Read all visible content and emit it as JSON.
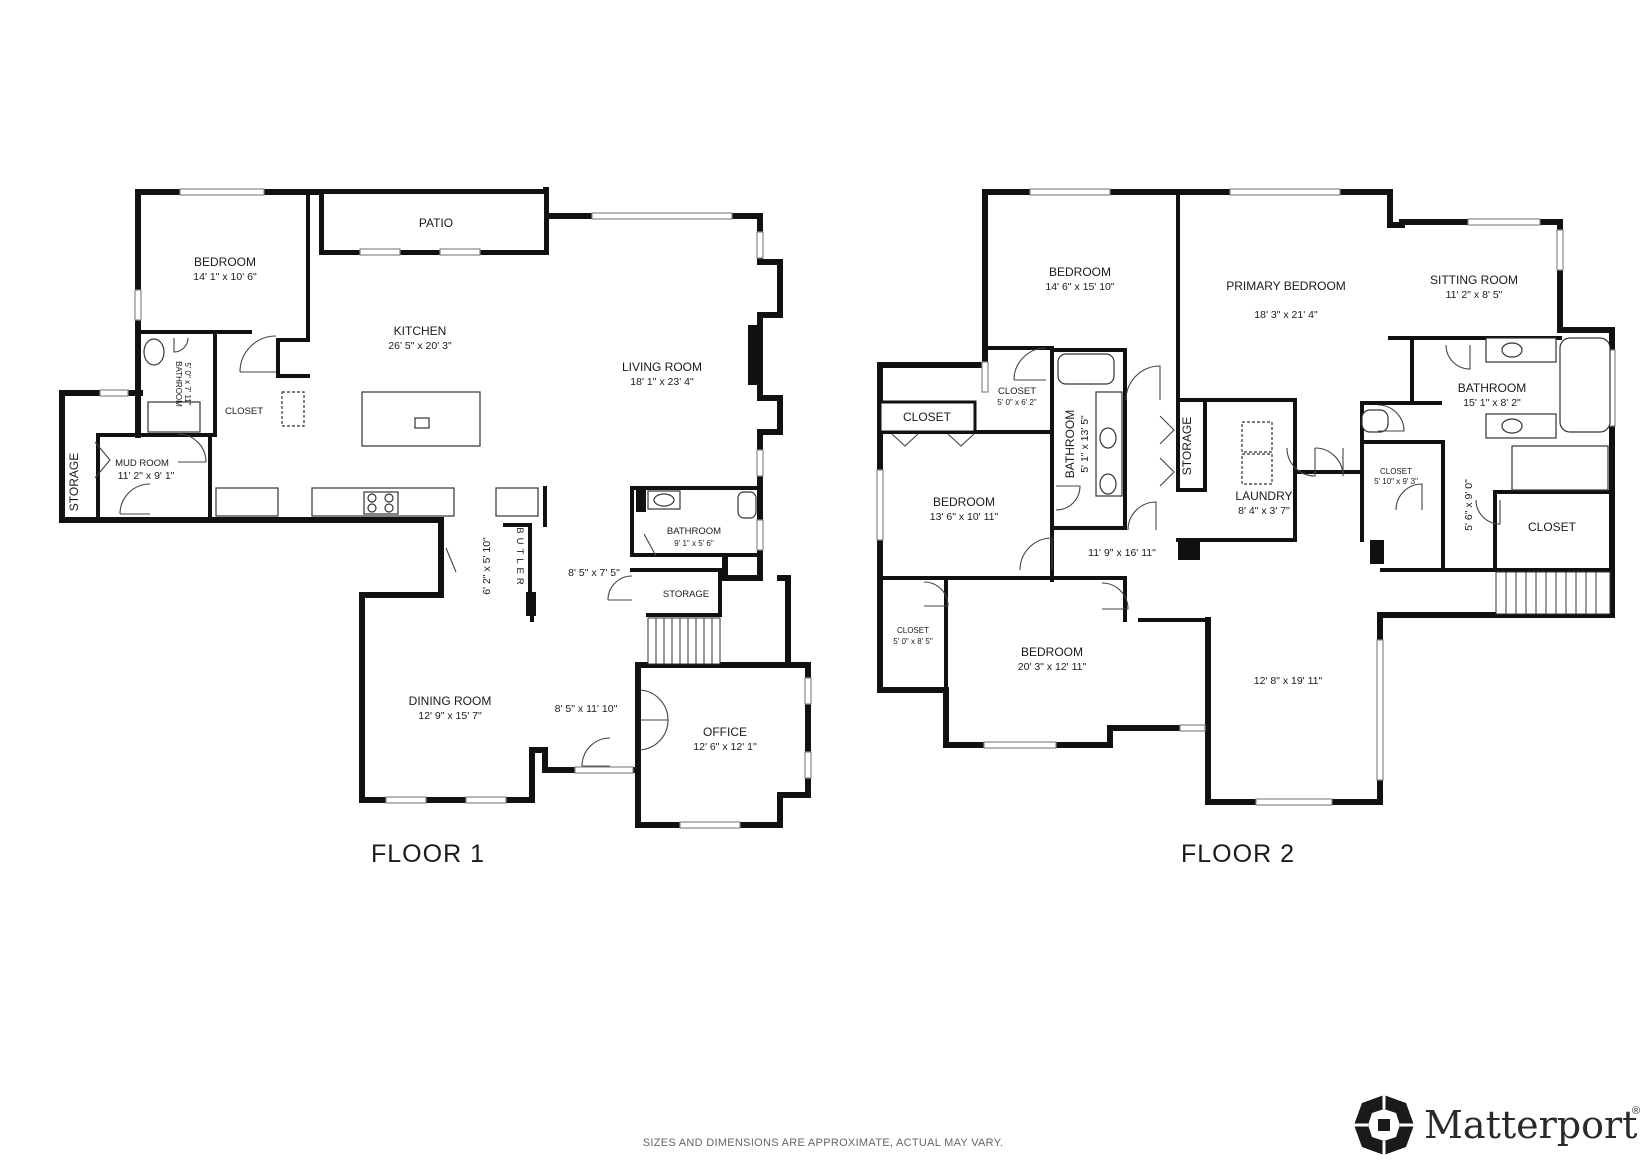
{
  "floors": [
    {
      "label": "FLOOR 1",
      "rooms": [
        {
          "name": "BEDROOM",
          "dims": "14' 1\" x 10' 6\""
        },
        {
          "name": "PATIO",
          "dims": ""
        },
        {
          "name": "KITCHEN",
          "dims": "26' 5\" x 20' 3\""
        },
        {
          "name": "LIVING ROOM",
          "dims": "18' 1\" x 23' 4\""
        },
        {
          "name": "BATHROOM",
          "dims": "5' 0\" x 7' 11\""
        },
        {
          "name": "CLOSET",
          "dims": ""
        },
        {
          "name": "STORAGE",
          "dims": ""
        },
        {
          "name": "MUD ROOM",
          "dims": "11' 2\" x 9' 1\""
        },
        {
          "name": "BATHROOM",
          "dims": "9' 1\" x 5' 6\""
        },
        {
          "name": "BUTLER",
          "dims": ""
        },
        {
          "name": "",
          "dims": "6' 2\" x 5' 10\""
        },
        {
          "name": "",
          "dims": "8' 5\" x 7' 5\""
        },
        {
          "name": "STORAGE",
          "dims": ""
        },
        {
          "name": "DINING ROOM",
          "dims": "12' 9\" x 15' 7\""
        },
        {
          "name": "",
          "dims": "8' 5\" x 11' 10\""
        },
        {
          "name": "OFFICE",
          "dims": "12' 6\" x 12' 1\""
        }
      ]
    },
    {
      "label": "FLOOR 2",
      "rooms": [
        {
          "name": "BEDROOM",
          "dims": "14' 6\" x 15' 10\""
        },
        {
          "name": "PRIMARY BEDROOM",
          "dims": "18' 3\" x 21' 4\""
        },
        {
          "name": "SITTING ROOM",
          "dims": "11' 2\" x 8' 5\""
        },
        {
          "name": "CLOSET",
          "dims": "5' 0\" x 6' 2\""
        },
        {
          "name": "CLOSET",
          "dims": ""
        },
        {
          "name": "BATHROOM",
          "dims": "5' 1\" x 13' 5\""
        },
        {
          "name": "STORAGE",
          "dims": ""
        },
        {
          "name": "LAUNDRY",
          "dims": "8' 4\" x 3' 7\""
        },
        {
          "name": "BATHROOM",
          "dims": "15' 1\" x 8' 2\""
        },
        {
          "name": "CLOSET",
          "dims": "5' 10\" x 9' 3\""
        },
        {
          "name": "",
          "dims": "5' 6\" x 9' 0\""
        },
        {
          "name": "CLOSET",
          "dims": ""
        },
        {
          "name": "BEDROOM",
          "dims": "13' 6\" x 10' 11\""
        },
        {
          "name": "",
          "dims": "11' 9\" x 16' 11\""
        },
        {
          "name": "CLOSET",
          "dims": "5' 0\" x 8' 5\""
        },
        {
          "name": "BEDROOM",
          "dims": "20' 3\" x 12' 11\""
        },
        {
          "name": "",
          "dims": "12' 8\" x 19' 11\""
        }
      ]
    }
  ],
  "disclaimer": "SIZES AND DIMENSIONS ARE APPROXIMATE, ACTUAL MAY VARY.",
  "brand": {
    "name": "Matterport",
    "mark": "®",
    "icon": "matterport-logo-icon"
  }
}
